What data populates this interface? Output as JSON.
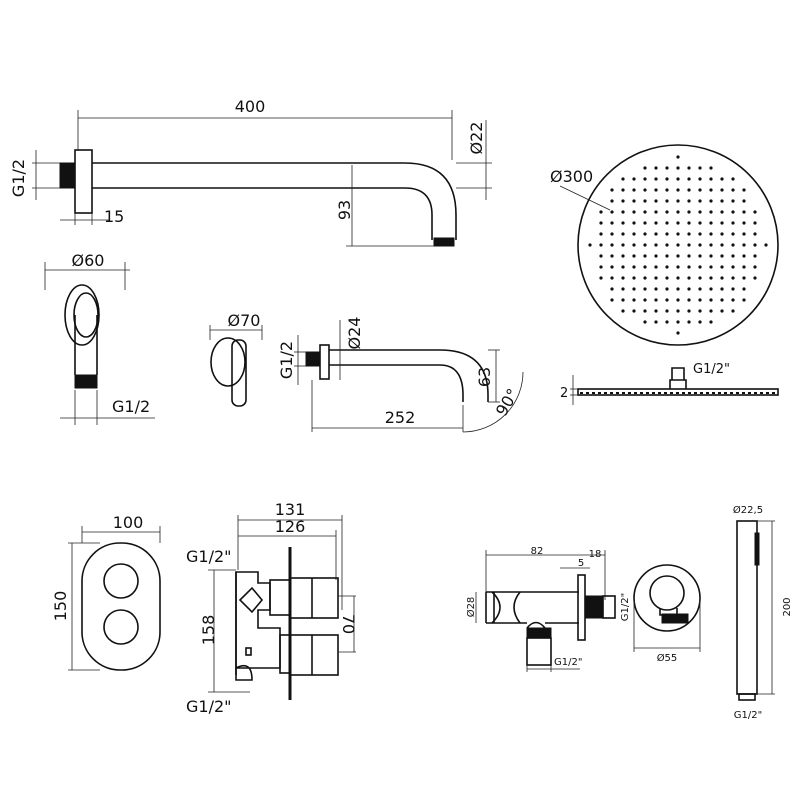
{
  "arm": {
    "length": "400",
    "diameter": "Ø22",
    "drop": "93",
    "flange": "15",
    "thread": "G1/2"
  },
  "arm_flange": {
    "diameter": "Ø60",
    "thread": "G1/2"
  },
  "spout_flange": {
    "diameter": "Ø70"
  },
  "spout": {
    "diameter": "Ø24",
    "thread": "G1/2",
    "drop": "63",
    "angle": "90°",
    "length": "252"
  },
  "shower_head": {
    "diameter": "Ø300",
    "thread": "G1/2\"",
    "thickness": "2"
  },
  "plate": {
    "width": "100",
    "height": "150"
  },
  "valve": {
    "depth_total": "131",
    "depth_inner": "126",
    "height": "158",
    "spacing": "70",
    "thread_top": "G1/2\"",
    "thread_bottom": "G1/2\""
  },
  "outlet_elbow": {
    "length": "82",
    "flange": "18",
    "gap": "5",
    "diameter": "Ø28",
    "thread_side": "G1/2\"",
    "thread_bottom": "G1/2\""
  },
  "outlet_round": {
    "diameter": "Ø55"
  },
  "hand_shower": {
    "diameter": "Ø22,5",
    "length": "200",
    "thread": "G1/2\""
  }
}
